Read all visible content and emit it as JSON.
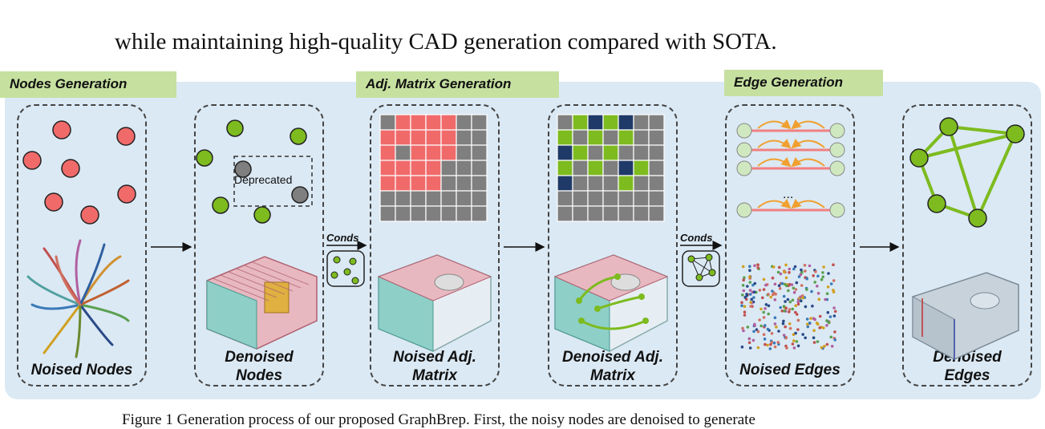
{
  "header_text": "while maintaining high-quality CAD generation compared with SOTA.",
  "caption_text": "Figure 1 Generation process of our proposed GraphBrep. First, the noisy nodes are denoised to generate",
  "stages": {
    "nodes": "Nodes Generation",
    "adj": "Adj. Matrix Generation",
    "edge": "Edge Generation"
  },
  "boxes": {
    "noised_nodes": "Noised Nodes",
    "denoised_nodes_1": "Denoised",
    "denoised_nodes_2": "Nodes",
    "noised_adj_1": "Noised Adj.",
    "noised_adj_2": "Matrix",
    "denoised_adj_1": "Denoised Adj.",
    "denoised_adj_2": "Matrix",
    "noised_edges": "Noised Edges",
    "denoised_edges_1": "Denoised",
    "denoised_edges_2": "Edges"
  },
  "conds_label_1": "Conds",
  "conds_label_2": "Conds",
  "deprecated_label": "Deprecated",
  "ellipsis": "...",
  "colors": {
    "panel": "#dbe9f4",
    "tag": "#c6e0a0",
    "red_node": "#f06a6a",
    "green_node": "#7dbb1f",
    "gray_node": "#7f7f7f",
    "navy": "#1f3a68",
    "edge_line": "#f08080",
    "edge_arc": "#f0a030"
  }
}
